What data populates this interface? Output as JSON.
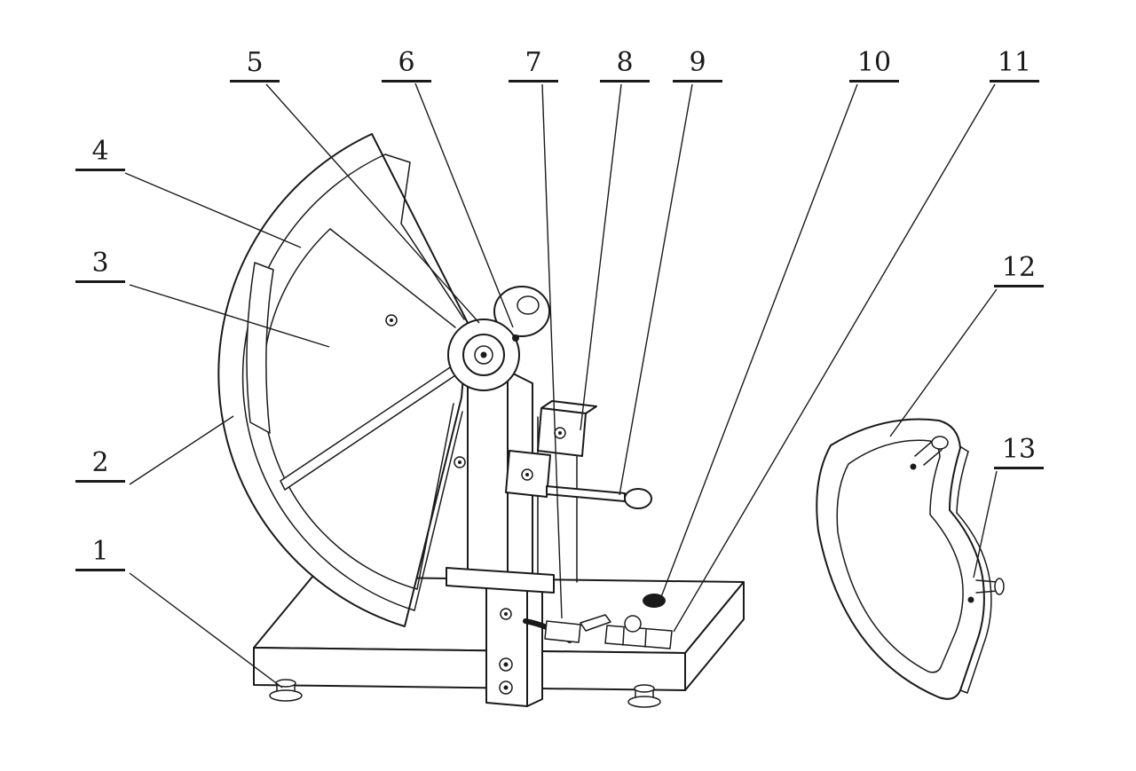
{
  "diagram": {
    "background_color": "#ffffff",
    "line_color": "#1a1a1a",
    "callouts": [
      {
        "text": "1"
      },
      {
        "text": "2"
      },
      {
        "text": "3"
      },
      {
        "text": "4"
      },
      {
        "text": "5"
      },
      {
        "text": "6"
      },
      {
        "text": "7"
      },
      {
        "text": "8"
      },
      {
        "text": "9"
      },
      {
        "text": "10"
      },
      {
        "text": "11"
      },
      {
        "text": "12"
      },
      {
        "text": "13"
      }
    ]
  }
}
